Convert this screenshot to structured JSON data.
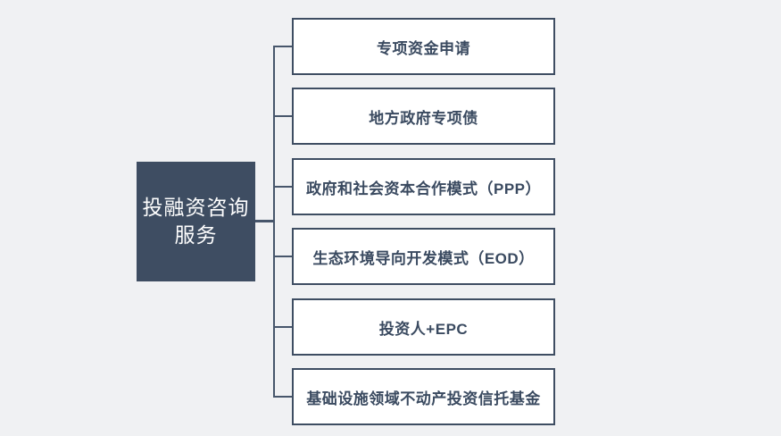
{
  "root": {
    "label": "投融资咨询服务",
    "line1": "投融资咨询",
    "line2": "服务"
  },
  "branches": [
    {
      "label": "专项资金申请"
    },
    {
      "label": "地方政府专项债"
    },
    {
      "label": "政府和社会资本合作模式（PPP）"
    },
    {
      "label": "生态环境导向开发模式（EOD）"
    },
    {
      "label": "投资人+EPC"
    },
    {
      "label": "基础设施领域不动产投资信托基金"
    }
  ],
  "colors": {
    "background": "#f0f1f3",
    "root_fill": "#3e4d62",
    "root_text": "#ffffff",
    "branch_fill": "#ffffff",
    "branch_border": "#3e4d62",
    "branch_text": "#3a4a60",
    "connector": "#47566b"
  }
}
